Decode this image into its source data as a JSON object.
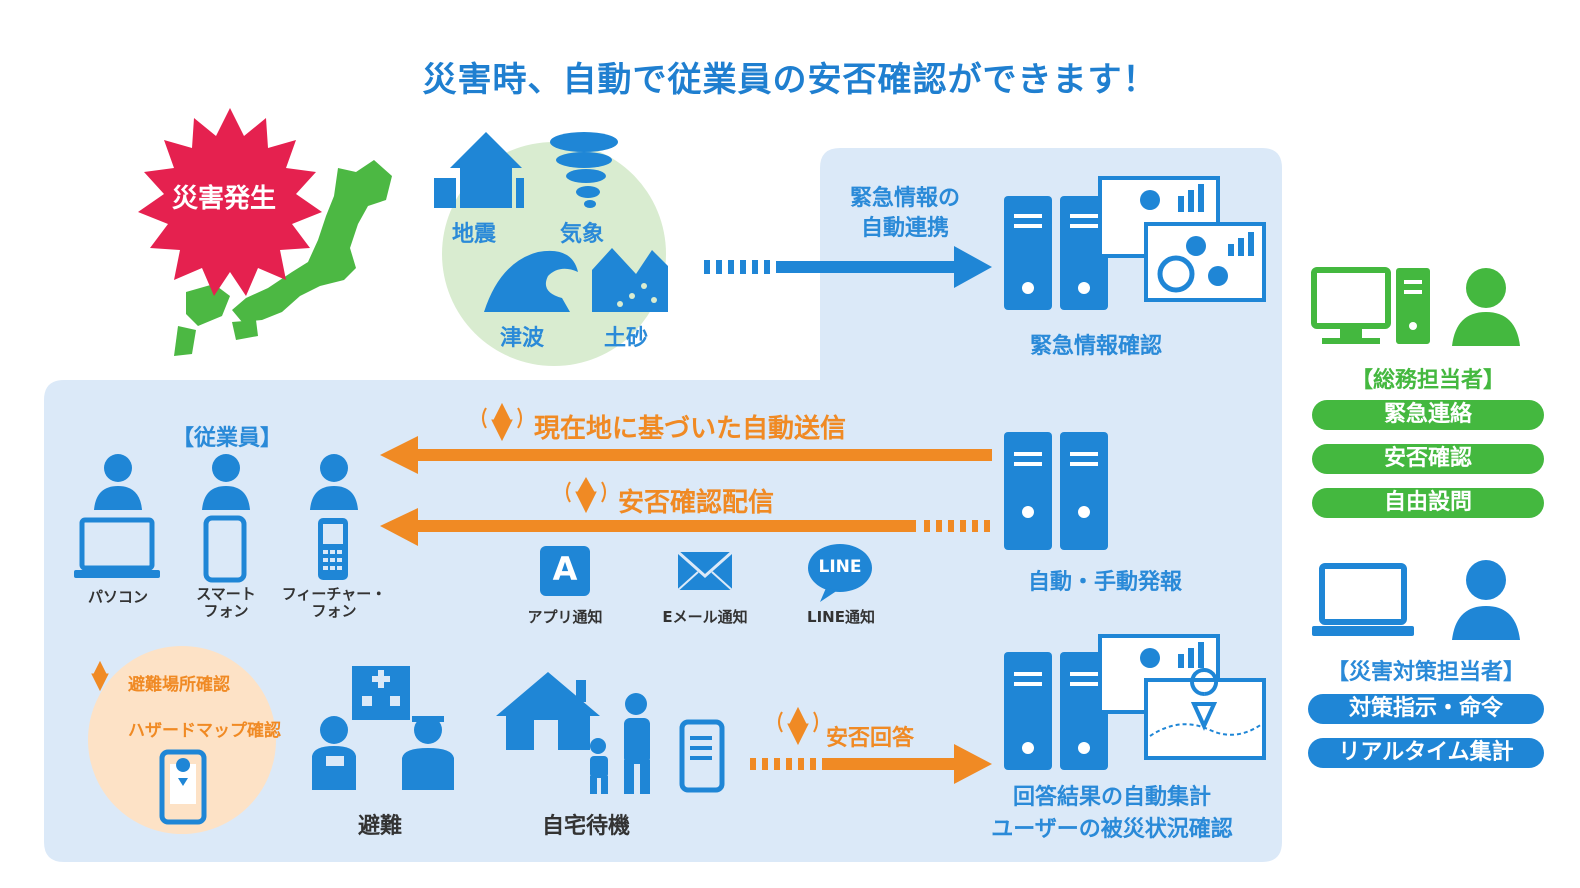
{
  "title": "災害時、自動で従業員の安否確認ができます！",
  "disaster": {
    "burst_label": "災害発生",
    "types": [
      "地震",
      "気象",
      "津波",
      "土砂"
    ]
  },
  "top_flow": {
    "arrow_label_line1": "緊急情報の",
    "arrow_label_line2": "自動連携",
    "server_label": "緊急情報確認"
  },
  "employees": {
    "heading": "【従業員】",
    "devices": [
      "パソコン",
      "スマート\nフォン",
      "フィーチャー・\nフォン"
    ]
  },
  "messages": {
    "auto_send": "現在地に基づいた自動送信",
    "safety_delivery": "安否確認配信",
    "notifications": [
      "アプリ通知",
      "Eメール通知",
      "LINE通知"
    ],
    "app_icon_letter": "A",
    "line_icon_text": "LINE",
    "server_label": "自動・手動発報"
  },
  "evacuation": {
    "checks": [
      "避難場所確認",
      "ハザードマップ確認"
    ],
    "evacuate_label": "避難",
    "home_label": "自宅待機",
    "reply_label": "安否回答"
  },
  "results": {
    "line1": "回答結果の自動集計",
    "line2": "ユーザーの被災状況確認"
  },
  "general_affairs": {
    "heading": "【総務担当者】",
    "functions": [
      "緊急連絡",
      "安否確認",
      "自由設問"
    ]
  },
  "disaster_officer": {
    "heading": "【災害対策担当者】",
    "functions": [
      "対策指示・命令",
      "リアルタイム集計"
    ]
  },
  "colors": {
    "title_blue": "#1f7fd0",
    "panel_blue": "#dbe9f8",
    "server_blue": "#1f86d6",
    "arrow_orange": "#f08a24",
    "pill_green": "#44b83f",
    "burst_red": "#e5214f",
    "map_green": "#4cb843",
    "circle_green": "#d9ecd0",
    "circle_peach": "#fde2c6"
  }
}
